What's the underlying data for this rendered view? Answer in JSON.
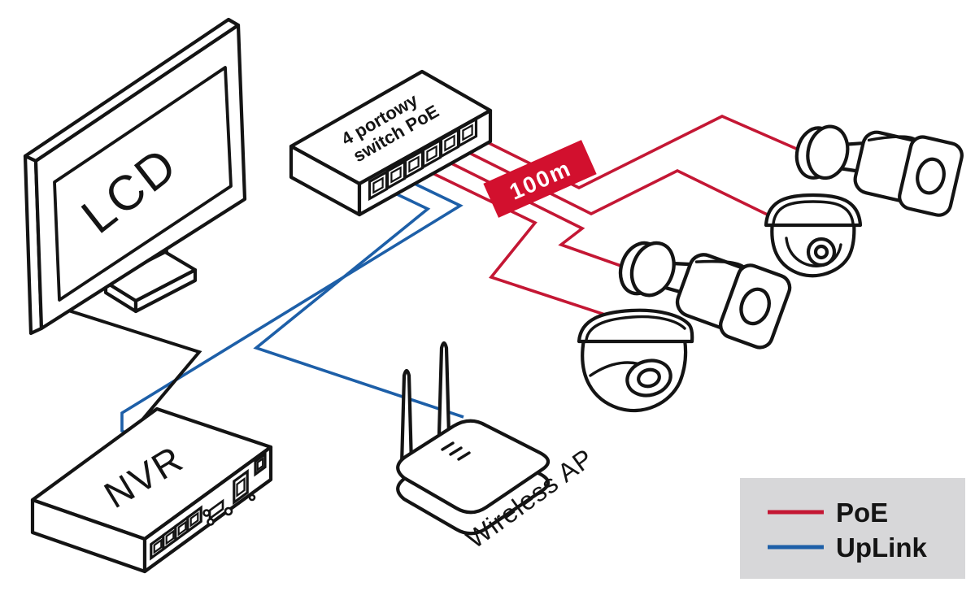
{
  "colors": {
    "poe_red": "#c41734",
    "uplink_blue": "#1d5fa8",
    "band_red": "#d2102e",
    "outline_black": "#141414",
    "legend_bg": "#d7d7d9",
    "background": "#ffffff"
  },
  "devices": {
    "lcd": {
      "label": "LCD"
    },
    "nvr": {
      "label": "NVR"
    },
    "poe_switch": {
      "label_line1": "4 portowy",
      "label_line2": "switch PoE"
    },
    "wireless_ap": {
      "label": "Wireless AP"
    },
    "cameras": [
      {
        "type": "bullet"
      },
      {
        "type": "dome"
      },
      {
        "type": "bullet"
      },
      {
        "type": "dome-eyeball"
      }
    ]
  },
  "distance_label": {
    "text": "100m"
  },
  "legend": {
    "items": [
      {
        "label": "PoE",
        "color": "#c41734"
      },
      {
        "label": "UpLink",
        "color": "#1d5fa8"
      }
    ]
  },
  "connections": [
    {
      "from": "poe-switch",
      "to": "bullet-camera-1",
      "type": "PoE"
    },
    {
      "from": "poe-switch",
      "to": "dome-camera-1",
      "type": "PoE"
    },
    {
      "from": "poe-switch",
      "to": "bullet-camera-2",
      "type": "PoE"
    },
    {
      "from": "poe-switch",
      "to": "dome-camera-2",
      "type": "PoE"
    },
    {
      "from": "poe-switch",
      "to": "nvr",
      "type": "UpLink"
    },
    {
      "from": "poe-switch",
      "to": "wireless-ap",
      "type": "UpLink"
    },
    {
      "from": "lcd",
      "to": "nvr",
      "type": "video"
    }
  ]
}
